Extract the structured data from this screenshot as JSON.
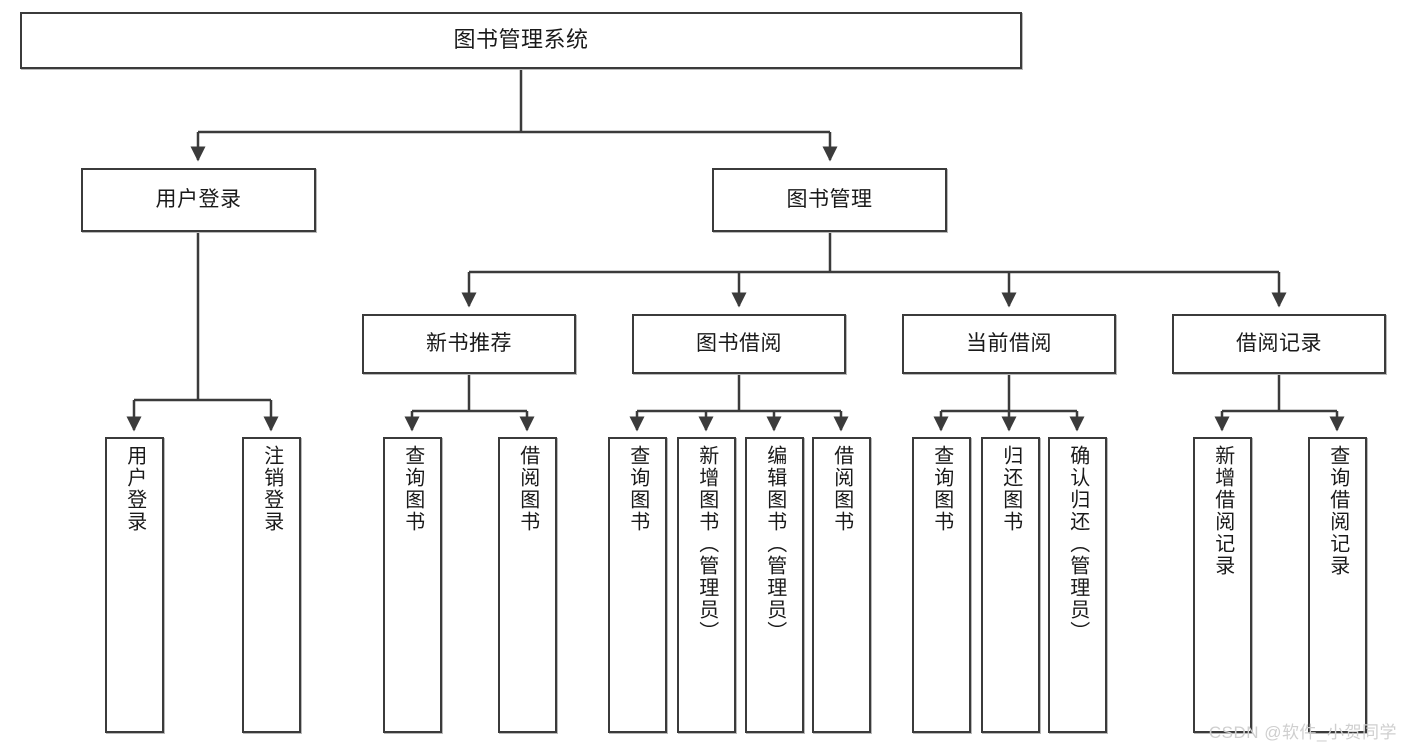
{
  "diagram": {
    "title": "图书管理系统",
    "type": "tree-hierarchy",
    "watermark": "CSDN @软件_小贺同学",
    "accent_color": "#3b3b3b",
    "background_color": "#ffffff",
    "levels": {
      "root": {
        "label": "图书管理系统"
      },
      "level1": [
        {
          "label": "用户登录"
        },
        {
          "label": "图书管理"
        }
      ],
      "level2": [
        {
          "label": "新书推荐"
        },
        {
          "label": "图书借阅"
        },
        {
          "label": "当前借阅"
        },
        {
          "label": "借阅记录"
        }
      ],
      "leaves": {
        "user_login": [
          {
            "label": "用户登录"
          },
          {
            "label": "注销登录"
          }
        ],
        "new_book_recommend": [
          {
            "label": "查询图书"
          },
          {
            "label": "借阅图书"
          }
        ],
        "book_borrow": [
          {
            "label": "查询图书"
          },
          {
            "label": "新增图书（管理员）"
          },
          {
            "label": "编辑图书（管理员）"
          },
          {
            "label": "借阅图书"
          }
        ],
        "current_borrow": [
          {
            "label": "查询图书"
          },
          {
            "label": "归还图书"
          },
          {
            "label": "确认归还（管理员）"
          }
        ],
        "borrow_record": [
          {
            "label": "新增借阅记录"
          },
          {
            "label": "查询借阅记录"
          }
        ]
      }
    }
  }
}
